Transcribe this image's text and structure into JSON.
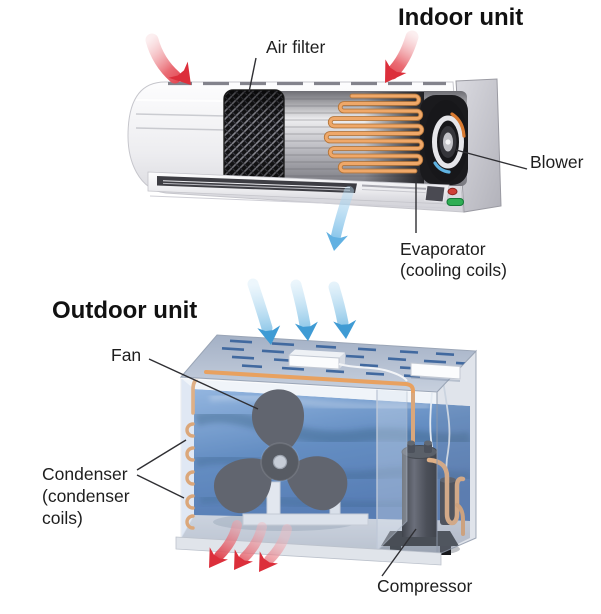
{
  "figure": {
    "type": "diagram",
    "subject": "Split air conditioner airflow diagram with indoor and outdoor units"
  },
  "indoor": {
    "title": "Indoor unit",
    "labels": {
      "air_filter": "Air filter",
      "blower": "Blower",
      "evaporator": [
        "Evaporator",
        "(cooling coils)"
      ]
    }
  },
  "outdoor": {
    "title": "Outdoor unit",
    "labels": {
      "fan": "Fan",
      "condenser": [
        "Condenser",
        "(condenser",
        "coils)"
      ],
      "compressor": "Compressor"
    }
  },
  "airflow_arrows": {
    "indoor_warm_air_intake": {
      "count": 2,
      "color_hex": "#dc2f3b",
      "direction": "into top of indoor unit"
    },
    "indoor_cool_air_out": {
      "count": 1,
      "color_hex": "#5fb2e4",
      "direction": "down from indoor unit"
    },
    "outdoor_air_intake": {
      "count": 3,
      "color_hex": "#4aa3d8",
      "direction": "down into outdoor unit top"
    },
    "outdoor_hot_air_exhaust": {
      "count": 3,
      "color_hex": "#dc2f3b",
      "direction": "down-left out of outdoor unit"
    }
  },
  "colors": {
    "coil_orange": "#e8a160",
    "interior_blue": "#3a6cad",
    "unit_body_gray": "#ededf0",
    "label_text": "#1e1e1e",
    "background": "#ffffff"
  }
}
